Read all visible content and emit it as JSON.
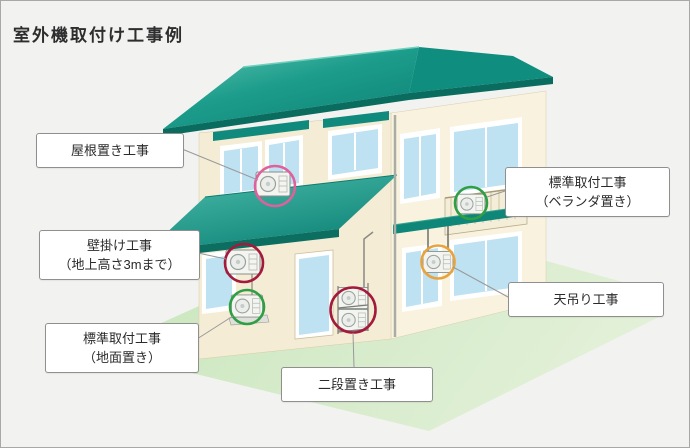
{
  "page": {
    "title": "室外機取付け工事例"
  },
  "callouts": {
    "roof": {
      "line1": "屋根置き工事"
    },
    "veranda": {
      "line1": "標準取付工事",
      "line2": "（ベランダ置き）"
    },
    "wall": {
      "line1": "壁掛け工事",
      "line2": "（地上高さ3mまで）"
    },
    "ceiling": {
      "line1": "天吊り工事"
    },
    "ground": {
      "line1": "標準取付工事",
      "line2": "（地面置き）"
    },
    "two_tier": {
      "line1": "二段置き工事"
    }
  },
  "markers": {
    "roof": {
      "color": "#e0609e"
    },
    "veranda": {
      "color": "#2f9e44"
    },
    "wall": {
      "color": "#a31a3c"
    },
    "ceiling": {
      "color": "#e8a33d"
    },
    "ground": {
      "color": "#2f9e44"
    },
    "two_tier": {
      "color": "#a31a3c"
    }
  },
  "colors": {
    "background": "#f2f2f0",
    "roof_teal": "#1c9c8b",
    "roof_fascia": "#0a6b5f",
    "wall_cream": "#f4ecd4",
    "wall_cream_light": "#f8f2df",
    "window_blue": "#bfe2f2",
    "ground_green": "#cfe8c5",
    "callout_border": "#8f8f8f",
    "connector_gray": "#999999"
  }
}
